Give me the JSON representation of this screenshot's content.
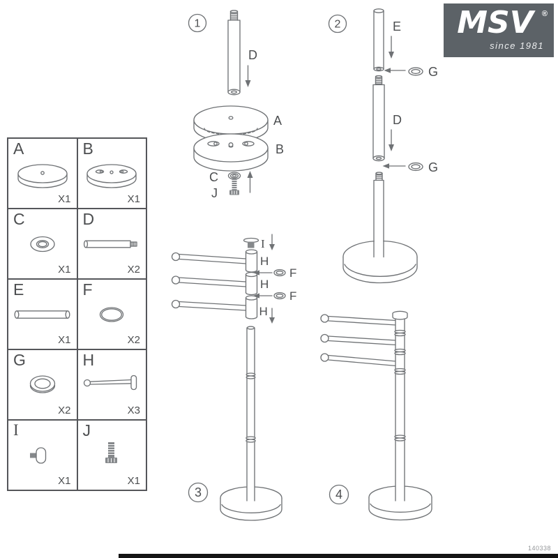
{
  "logo": {
    "brand": "MSV",
    "registered": "®",
    "tagline": "since 1981"
  },
  "footer": {
    "code": "140338"
  },
  "colors": {
    "logo_bg": "#5c6267",
    "footer_bar": "#141414",
    "line": "#6f7275",
    "text": "#4c4e50"
  },
  "parts": {
    "items": [
      {
        "letter": "A",
        "qty": "X1",
        "icon": "round-plate-with-center-hole"
      },
      {
        "letter": "B",
        "qty": "X1",
        "icon": "round-plate-with-slots"
      },
      {
        "letter": "C",
        "qty": "X1",
        "icon": "flat-washer"
      },
      {
        "letter": "D",
        "qty": "X2",
        "icon": "threaded-pole-tube"
      },
      {
        "letter": "E",
        "qty": "X1",
        "icon": "plain-pole-tube"
      },
      {
        "letter": "F",
        "qty": "X2",
        "icon": "thin-o-ring"
      },
      {
        "letter": "G",
        "qty": "X2",
        "icon": "trim-ring"
      },
      {
        "letter": "H",
        "qty": "X3",
        "icon": "swivel-towel-arm"
      },
      {
        "letter": "I",
        "qty": "X1",
        "icon": "top-cap-knob"
      },
      {
        "letter": "J",
        "qty": "X1",
        "icon": "bolt-screw"
      }
    ]
  },
  "steps": {
    "step1": {
      "number": "1",
      "labels": {
        "d": "D",
        "a": "A",
        "b": "B",
        "c": "C",
        "j": "J"
      }
    },
    "step2": {
      "number": "2",
      "labels": {
        "e": "E",
        "g1": "G",
        "d": "D",
        "g2": "G"
      }
    },
    "step3": {
      "number": "3",
      "labels": {
        "i": "I",
        "h1": "H",
        "f1": "F",
        "h2": "H",
        "f2": "F",
        "h3": "H"
      }
    },
    "step4": {
      "number": "4"
    }
  }
}
